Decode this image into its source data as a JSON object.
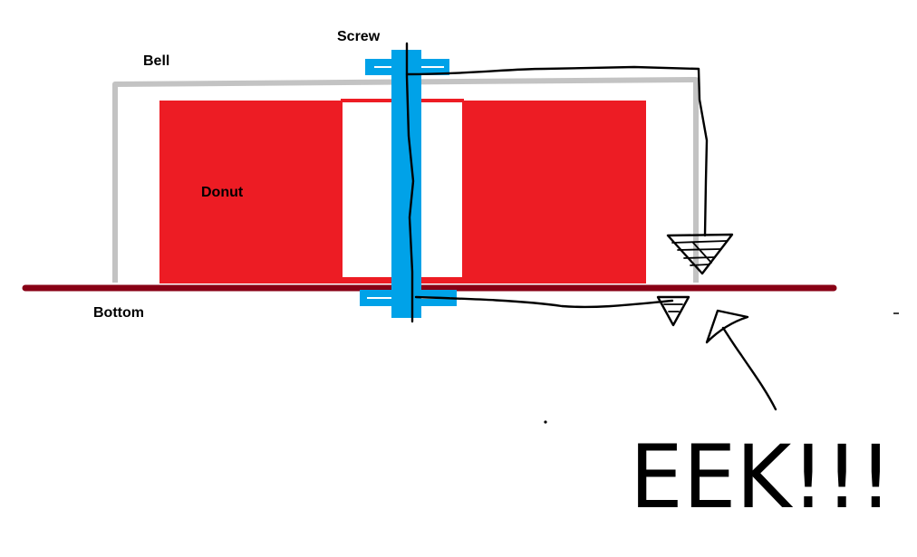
{
  "labels": {
    "bell": "Bell",
    "screw": "Screw",
    "donut": "Donut",
    "bottom": "Bottom",
    "exclamation": "EEK!!!"
  },
  "colors": {
    "bell": "#c3c3c3",
    "donut": "#ed1c24",
    "screw": "#00a2e8",
    "bottom": "#880015",
    "ink": "#000000",
    "background": "#ffffff"
  }
}
